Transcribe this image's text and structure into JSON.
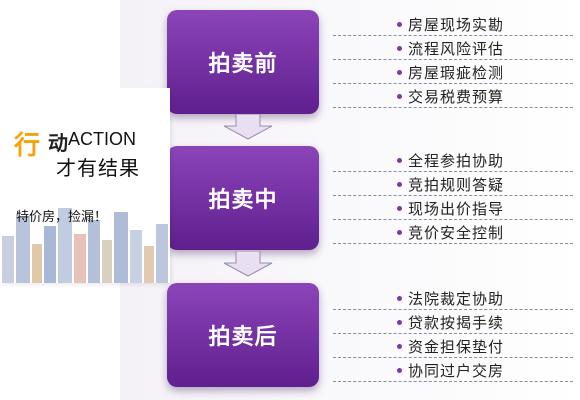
{
  "stages": [
    {
      "title": "拍卖前",
      "tasks": [
        "房屋现场实勘",
        "流程风险评估",
        "房屋瑕疵检测",
        "交易税费预算"
      ]
    },
    {
      "title": "拍卖中",
      "tasks": [
        "全程参拍协助",
        "竞拍规则答疑",
        "现场出价指导",
        "竞价安全控制"
      ]
    },
    {
      "title": "拍卖后",
      "tasks": [
        "法院裁定协助",
        "贷款按揭手续",
        "资金担保垫付",
        "协同过户交房"
      ]
    }
  ],
  "promo": {
    "char1": "行",
    "char2": "动",
    "action": "ACTION",
    "slogan": "才有结果",
    "tagline": "特价房，捡漏！"
  },
  "colors": {
    "stage_top": "#8b45b8",
    "stage_bottom": "#5f1f8f",
    "accent": "#f5a30b"
  }
}
